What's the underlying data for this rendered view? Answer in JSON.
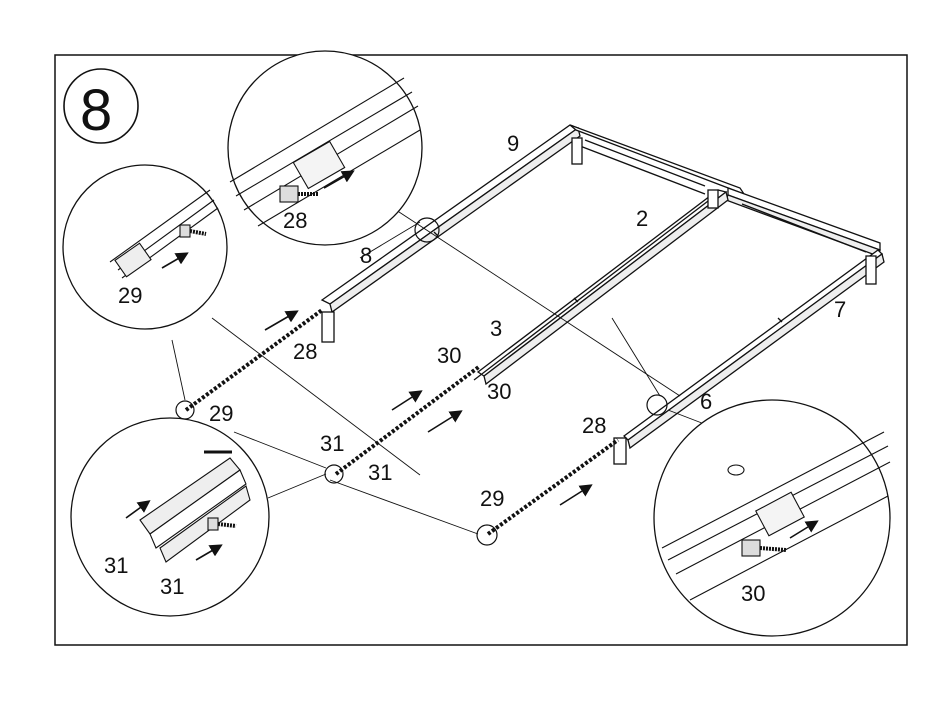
{
  "step_number": "8",
  "part_labels": {
    "p9_top": "9",
    "p2": "2",
    "p7": "7",
    "p8": "8",
    "p3": "3",
    "p30_a": "30",
    "p30_b": "30",
    "p6": "6",
    "p28_left": "28",
    "p28_right": "28",
    "p29_left": "29",
    "p29_bottom": "29",
    "p31_a": "31",
    "p31_b": "31"
  },
  "detail_labels": {
    "top_28": "28",
    "left_29": "29",
    "bottomleft_31_a": "31",
    "bottomleft_31_b": "31",
    "right_30": "30"
  },
  "colors": {
    "line": "#111111",
    "fill": "#ffffff",
    "rail_fill": "#e8e8e8"
  }
}
